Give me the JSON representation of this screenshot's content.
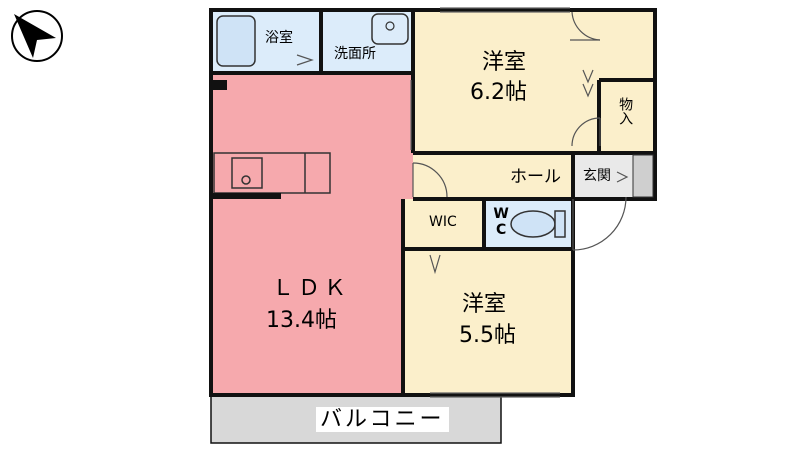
{
  "rooms": {
    "bath": "浴室",
    "washroom": "洗面所",
    "western1_name": "洋室",
    "western1_size": "6.2帖",
    "storage": "物入",
    "hall": "ホール",
    "entrance": "玄関",
    "wic": "WIC",
    "wc": "WC",
    "ldk_name": "ＬＤＫ",
    "ldk_size": "13.4帖",
    "western2_name": "洋室",
    "western2_size": "5.5帖",
    "balcony": "バルコニー"
  },
  "colors": {
    "ldk": "#f6a9ad",
    "room": "#fbefcb",
    "wet": "#dcecfa",
    "balcony": "#d8d8d8",
    "wall": "#111111"
  }
}
